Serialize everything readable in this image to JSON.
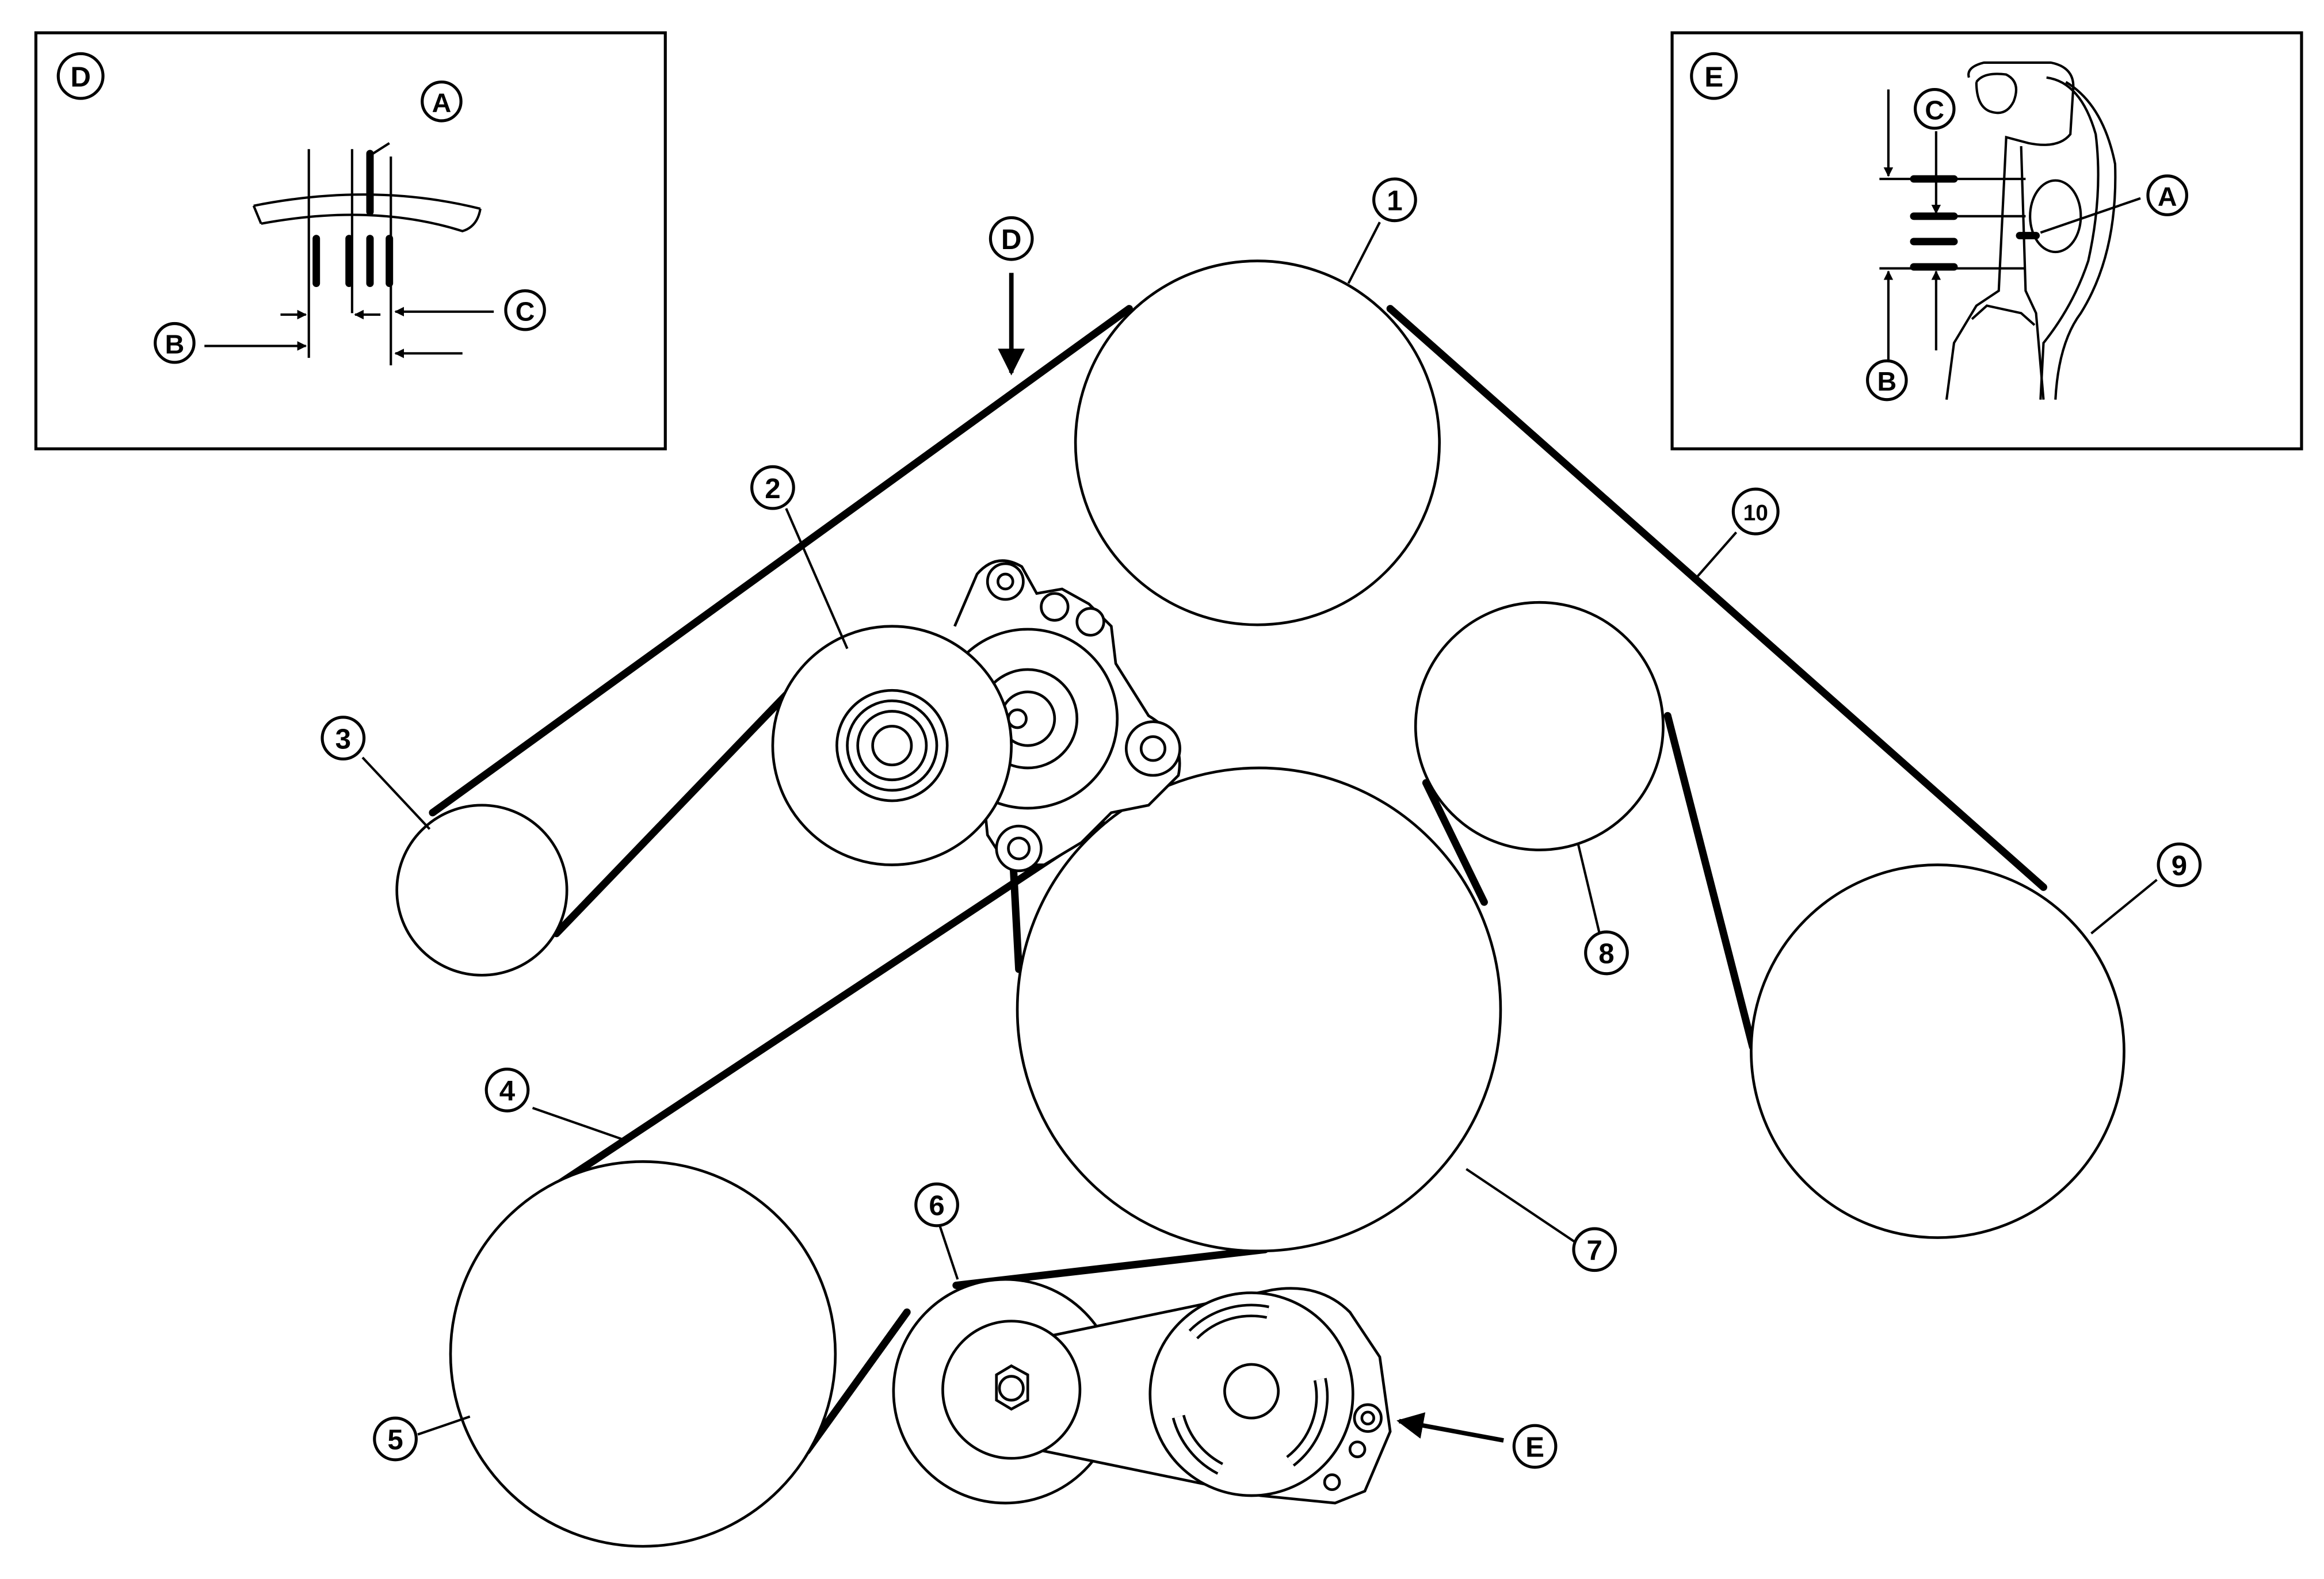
{
  "labels": {
    "n1": "1",
    "n2": "2",
    "n3": "3",
    "n4": "4",
    "n5": "5",
    "n6": "6",
    "n7": "7",
    "n8": "8",
    "n9": "9",
    "n10": "10",
    "D": "D",
    "E": "E",
    "A": "A",
    "B": "B",
    "C": "C"
  },
  "colors": {
    "ink": "#000000",
    "background": "#ffffff"
  }
}
